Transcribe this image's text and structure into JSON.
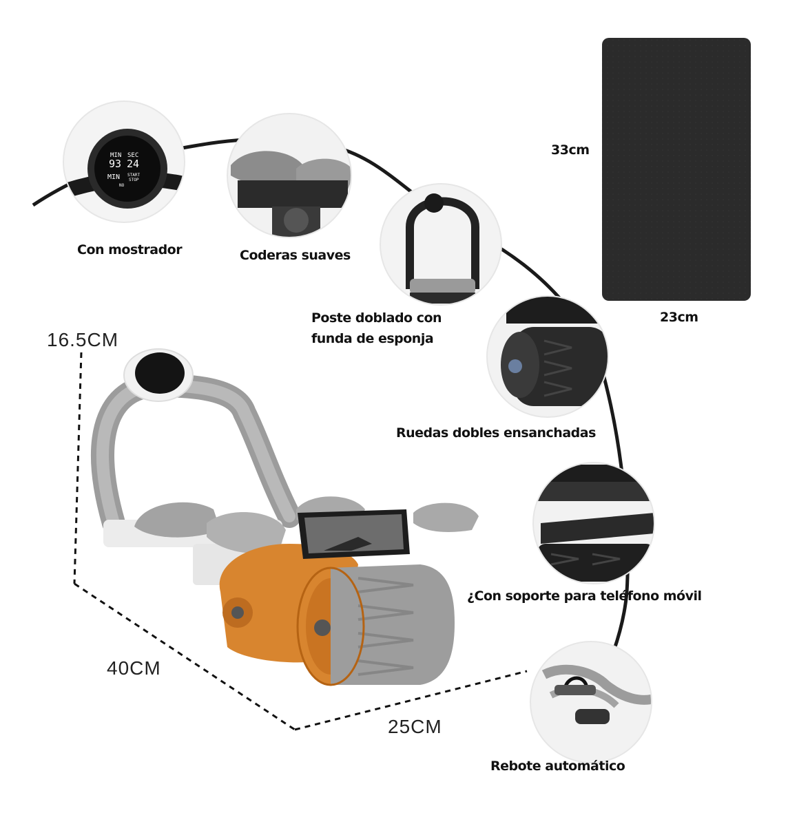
{
  "features": {
    "display": "Con mostrador",
    "elbow_pads": "Coderas suaves",
    "bent_post_line1": "Poste doblado con",
    "bent_post_line2": "funda de esponja",
    "wide_wheels": "Ruedas dobles ensanchadas",
    "phone_holder": "¿Con soporte para teléfono móvil",
    "auto_rebound": "Rebote automático"
  },
  "mat": {
    "height": "33cm",
    "width": "23cm"
  },
  "dimensions": {
    "height": "16.5CM",
    "length": "40CM",
    "width": "25CM"
  },
  "display_readout": {
    "min_label": "MIN",
    "sec_label": "SEC",
    "minutes": "93",
    "seconds": "24",
    "unit": "MIN",
    "start_label": "START",
    "stop_label": "STOP",
    "on_label": "NO"
  },
  "colors": {
    "orange": "#d8852f",
    "gray": "#a8a8a8",
    "dark": "#1c1c1c",
    "mat": "#2b2b2b"
  }
}
